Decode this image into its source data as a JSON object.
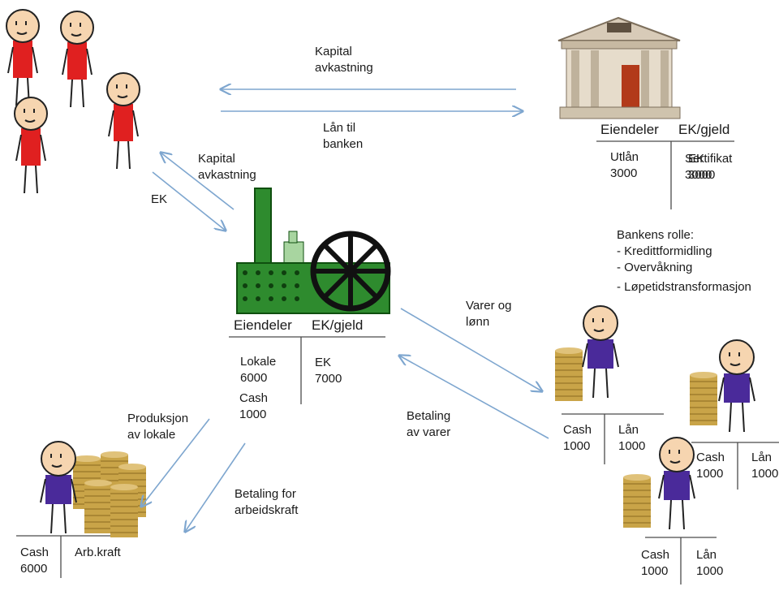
{
  "colors": {
    "arrow": "#7ea6cf",
    "factory_green": "#2e8b2e",
    "factory_dark": "#0f4f0f",
    "person_shirt_red": "#e02020",
    "person_shirt_blue": "#4a2a9a",
    "coin_gold": "#c9a448",
    "bank_stone": "#d8cbb8",
    "bank_door": "#b23a1a"
  },
  "icons": [
    "person-icon",
    "bank-icon",
    "factory-icon",
    "coin-stack-icon"
  ],
  "top": {
    "kapital_avkastning_1": "Kapital\navkastning",
    "lan_til_banken": "Lån til\nbanken",
    "kapital_avkastning_2": "Kapital\navkastning",
    "ek": "EK"
  },
  "bank": {
    "eiendeler_header": "Eiendeler",
    "ekgjeld_header": "EK/gjeld",
    "utlan": "Utlån\n3000",
    "sertifikat": "Sertifikat\n3000",
    "ek_overlap": "EK\n3000",
    "role_title": "Bankens rolle:",
    "role_items": [
      "-  Kredittformidling",
      "-  Overvåkning",
      "-  Løpetidstransformasjon"
    ]
  },
  "firm": {
    "eiendeler_header": "Eiendeler",
    "ekgjeld_header": "EK/gjeld",
    "lokale": "Lokale\n6000",
    "cash": "Cash\n1000",
    "ek": "EK\n7000"
  },
  "flows": {
    "varer_og_lonn": "Varer og\nlønn",
    "betaling_av_varer": "Betaling\nav varer",
    "produksjon_av_lokale": "Produksjon\nav lokale",
    "betaling_for_arbeidskraft": "Betaling for\narbeidskraft"
  },
  "household_left": {
    "cash": "Cash\n6000",
    "arbkraft": "Arb.kraft"
  },
  "household_1": {
    "cash": "Cash\n1000",
    "lan": "Lån\n1000"
  },
  "household_2": {
    "cash": "Cash\n1000",
    "lan": "Lån\n1000"
  },
  "household_3": {
    "cash": "Cash\n1000",
    "lan": "Lån\n1000"
  }
}
